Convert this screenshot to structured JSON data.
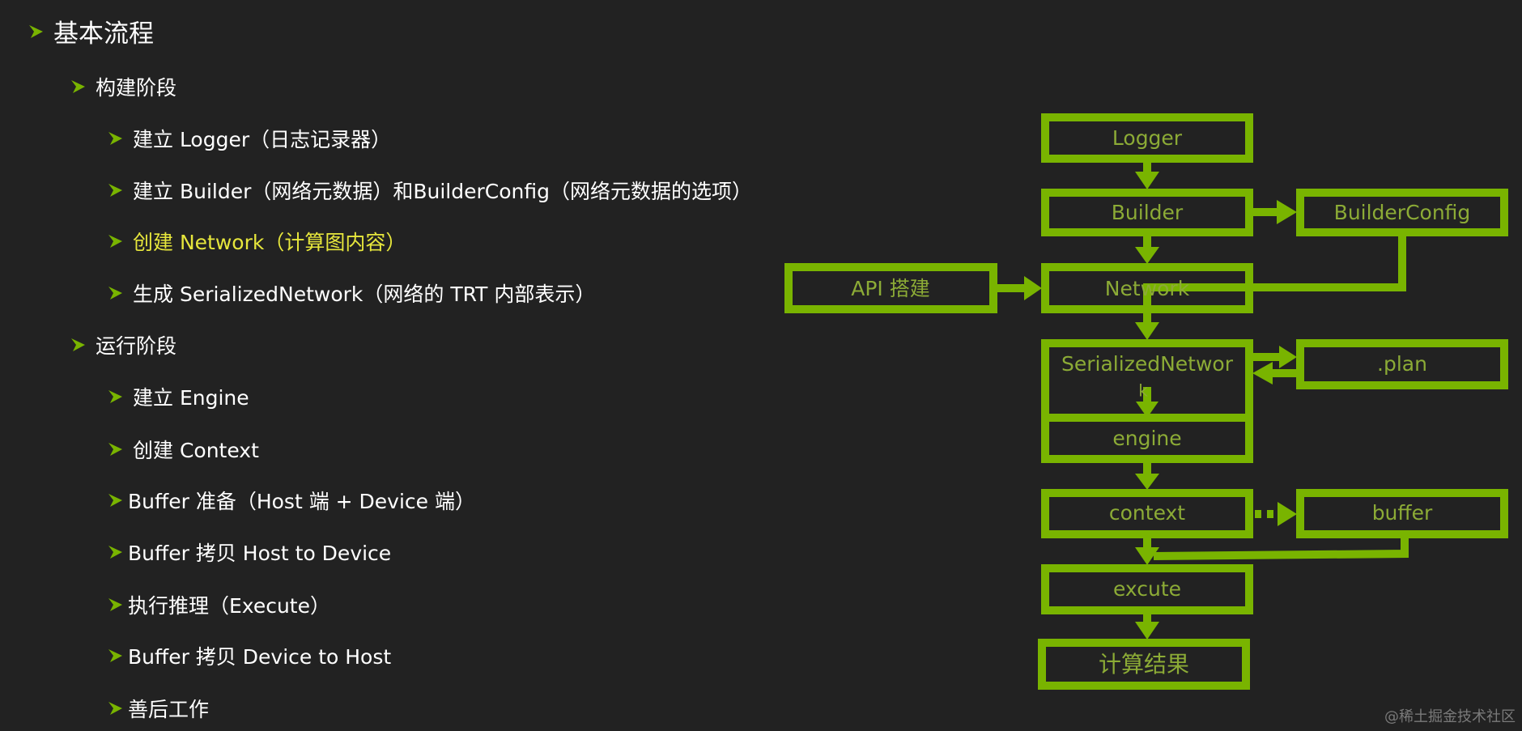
{
  "outline": {
    "title": "基本流程",
    "build_stage": {
      "label": "构建阶段",
      "items": [
        "建立 Logger（日志记录器）",
        "建立 Builder（网络元数据）和BuilderConfig（网络元数据的选项）",
        "创建 Network（计算图内容）",
        "生成 SerializedNetwork（网络的 TRT 内部表示）"
      ]
    },
    "run_stage": {
      "label": "运行阶段",
      "items": [
        "建立 Engine",
        "创建 Context",
        "Buffer 准备（Host 端 + Device 端）",
        "Buffer 拷贝 Host to Device",
        "执行推理（Execute）",
        "Buffer 拷贝 Device to Host",
        "善后工作"
      ]
    }
  },
  "diagram": {
    "nodes": {
      "logger": "Logger",
      "builder": "Builder",
      "builder_config": "BuilderConfig",
      "api": "API 搭建",
      "network": "Network",
      "serialized": "SerializedNetwor",
      "serialized_tail": "k",
      "plan": ".plan",
      "engine": "engine",
      "context": "context",
      "buffer": "buffer",
      "execute": "excute",
      "result": "计算结果"
    }
  },
  "watermark": "@稀土掘金技术社区",
  "colors": {
    "background": "#222222",
    "accent": "#79b400",
    "diagram_text": "#8cab36",
    "highlight": "#e6e63c",
    "bullet": "#79b400"
  }
}
